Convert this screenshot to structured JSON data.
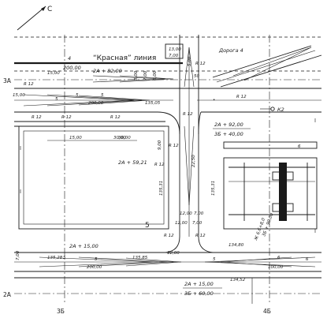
{
  "title": "“Красная” линия",
  "block_number": "4",
  "block_label": "200,00",
  "road_label": "Дорога 4",
  "axes": {
    "row_3a": "3А",
    "row_2a": "2А",
    "col_3b": "3Б",
    "col_4b": "4Б"
  },
  "building_number": "5",
  "point_k2": "К2",
  "ramp_label": "6",
  "chainages": {
    "top_2a": "2А + 82,00",
    "mid_2a": "2А + 92,00",
    "mid_3b": "3Б + 40,00",
    "left_2a": "2А + 59,21",
    "bottom_2a_left": "2А + 15,00",
    "bottom_2a": "2А + 15,00",
    "bottom_3b": "3Б + 60,00",
    "ramp_4": "Ж 6,6+8,0",
    "ramp_3b": "3Б + 90,00"
  },
  "dimensions": {
    "d1": "13,00",
    "d2": "7,00",
    "d3": "15,00",
    "d4": "30,00",
    "d5": "200,00",
    "d6": "15,00",
    "d7": "30,00",
    "d8": "12,00",
    "d9": "7,00",
    "d10": "135,28",
    "d11": "135,31",
    "d12": "135,31",
    "d13": "135,85",
    "d14": "134,80",
    "d15": "134,52",
    "d16": "100,00",
    "d17": "200,00",
    "d18": "15,00",
    "d19": "7,00",
    "d20": "22,50",
    "d21": "9,00",
    "d22": "12,00",
    "d23": "7,00",
    "d24": "135,05",
    "d25": "12,00",
    "d26": "5,00",
    "d27": "3,00",
    "d28": "7,00",
    "d29": "6,00"
  },
  "radii": {
    "r1": "R 12",
    "r2": "R 12",
    "r3": "R 12",
    "r4": "R 12",
    "r5": "R 12",
    "r6": "R 12",
    "r7": "R 12",
    "r8": "R 12",
    "r9": "R 12",
    "r10": "R 12",
    "r11": "R 12"
  },
  "lane_numbers": {
    "a": "5",
    "b": "5",
    "c": "5",
    "d": "5",
    "e": "5",
    "f": "5",
    "g": "6",
    "h": "6",
    "i": "50"
  },
  "north_arrow": "С"
}
